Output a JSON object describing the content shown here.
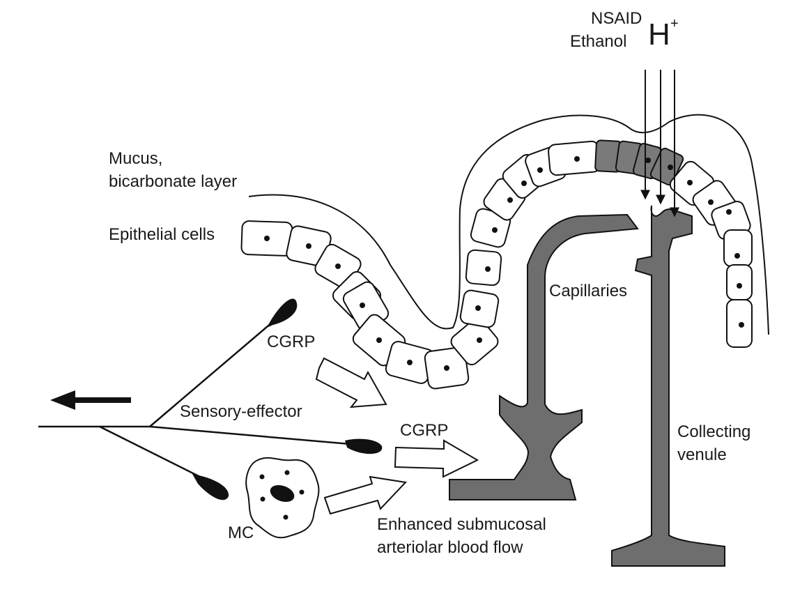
{
  "labels": {
    "nsaid": "NSAID",
    "ethanol": "Ethanol",
    "h_ion": "H",
    "h_charge": "+",
    "mucus_line1": "Mucus,",
    "mucus_line2": "bicarbonate layer",
    "epithelial": "Epithelial cells",
    "capillaries": "Capillaries",
    "cgrp_upper": "CGRP",
    "cgrp_lower": "CGRP",
    "sensory_effector": "Sensory-effector",
    "collecting_line1": "Collecting",
    "collecting_line2": "venule",
    "mc": "MC",
    "blood_flow_line1": "Enhanced submucosal",
    "blood_flow_line2": "arteriolar blood flow"
  },
  "colors": {
    "vessel_fill": "#6e6e6e",
    "damaged_cell_fill": "#7a7a7a",
    "outline": "#111111",
    "background": "#ffffff"
  }
}
